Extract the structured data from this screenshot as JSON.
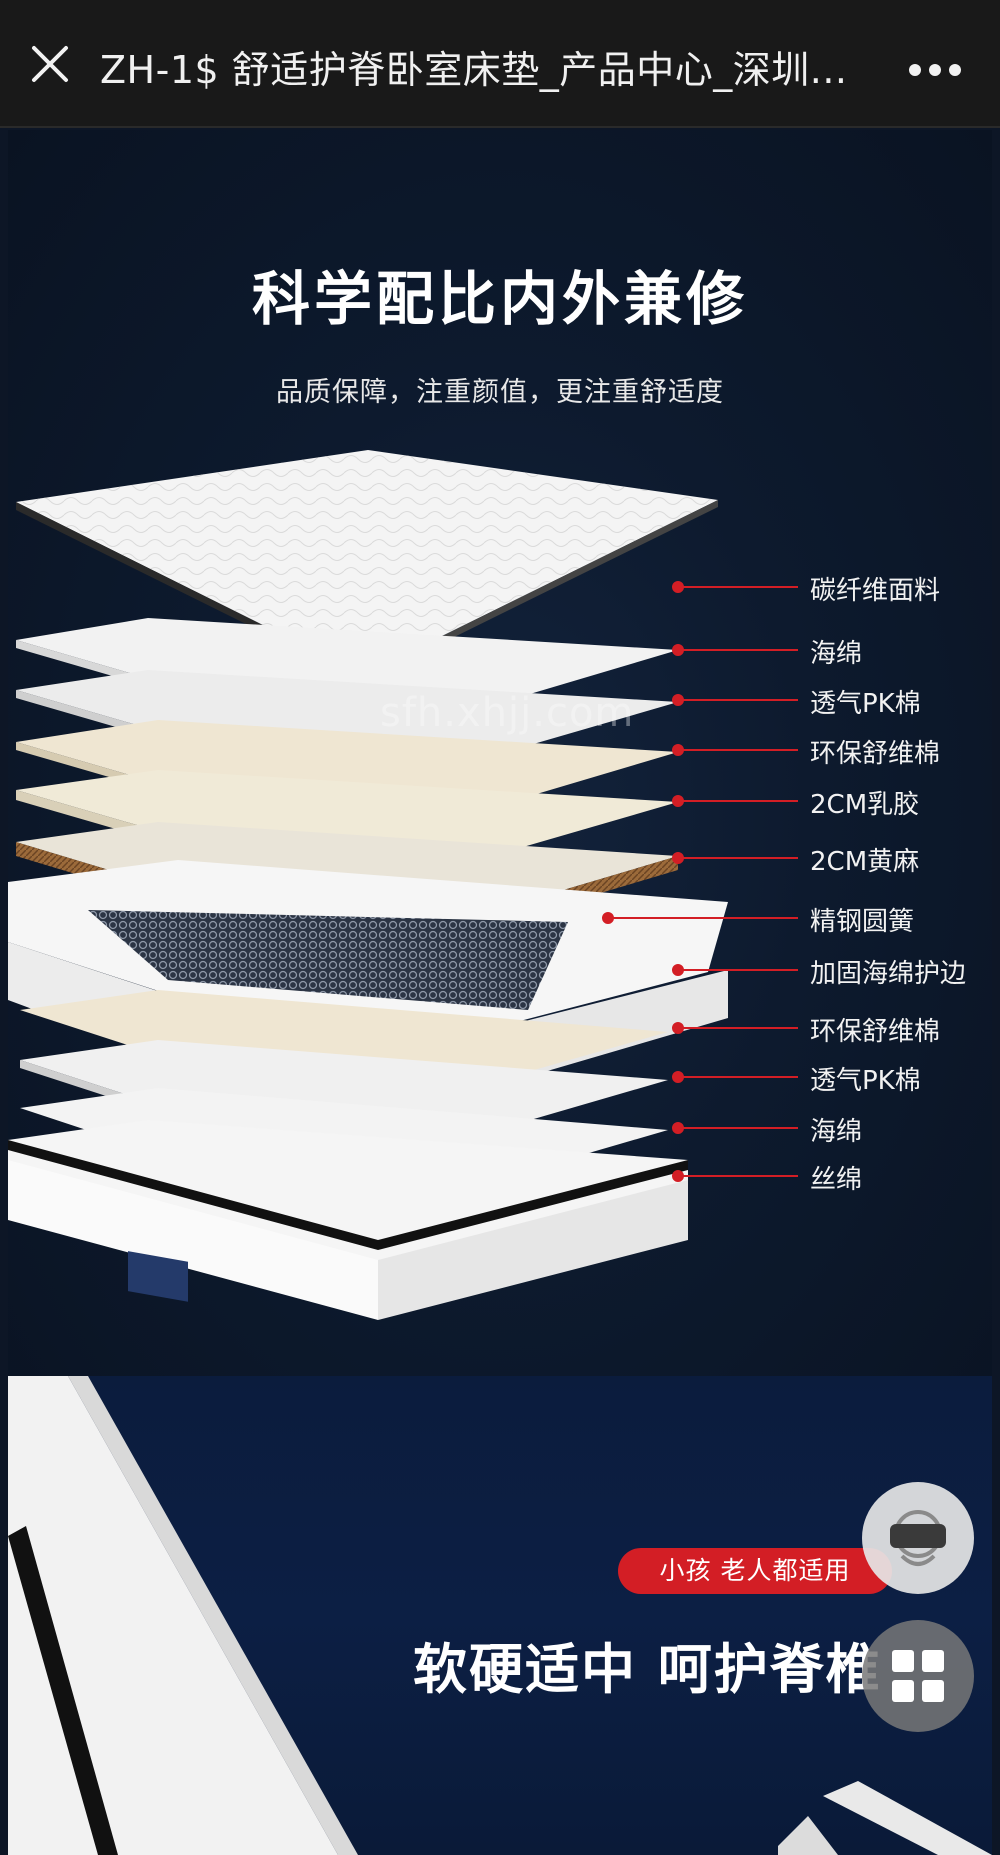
{
  "topbar": {
    "title": "ZH-1$ 舒适护脊卧室床垫_产品中心_深圳...",
    "close_icon": "close-icon",
    "more_icon": "more-dots-icon"
  },
  "section1": {
    "headline": "科学配比内外兼修",
    "subline": "品质保障，注重颜值，更注重舒适度",
    "watermark": "sfh.xhjj.com",
    "layers": [
      {
        "label": "碳纤维面料"
      },
      {
        "label": "海绵"
      },
      {
        "label": "透气PK棉"
      },
      {
        "label": "环保舒维棉"
      },
      {
        "label": "2CM乳胶"
      },
      {
        "label": "2CM黄麻"
      },
      {
        "label": "精钢圆簧"
      },
      {
        "label": "加固海绵护边"
      },
      {
        "label": "环保舒维棉"
      },
      {
        "label": "透气PK棉"
      },
      {
        "label": "海绵"
      },
      {
        "label": "丝绵"
      }
    ],
    "accent_color": "#d31e25"
  },
  "section2": {
    "badge": "小孩 老人都适用",
    "slogan": "软硬适中 呵护脊椎"
  },
  "floating": {
    "vr_icon": "vr-headset-icon",
    "grid_icon": "grid-menu-icon"
  }
}
